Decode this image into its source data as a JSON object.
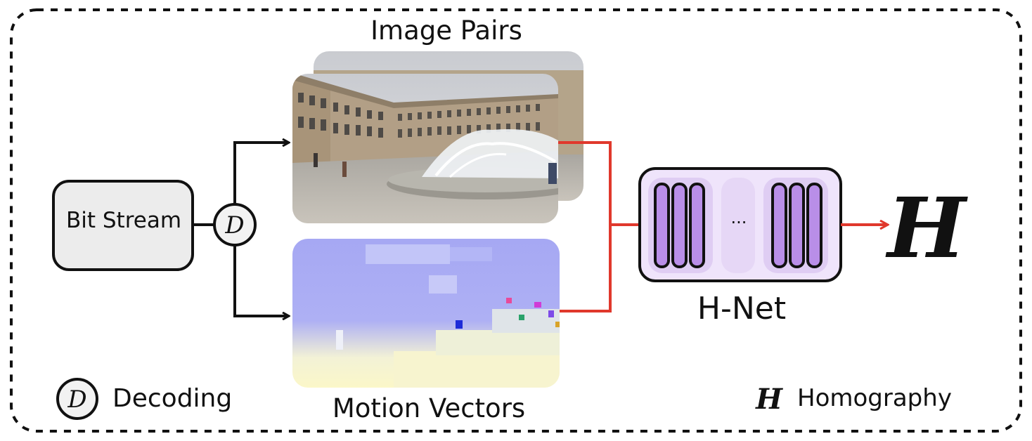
{
  "labels": {
    "image_pairs": "Image Pairs",
    "bit_stream": "Bit Stream",
    "decoder_symbol": "D",
    "motion_vectors": "Motion Vectors",
    "hnet": "H-Net",
    "hnet_ellipsis": "...",
    "output_symbol": "H",
    "legend_decoding": "Decoding",
    "legend_homography": "Homography"
  },
  "colors": {
    "frame": "#111111",
    "arrow_black": "#111111",
    "arrow_red": "#e0382c",
    "bitstream_fill": "#ececec",
    "hnet_fill": "#efe4fb",
    "hnet_block": "#dfcdf3",
    "hnet_bar": "#b98ee8",
    "motion_base": "#a9aaf2"
  },
  "images": {
    "image_pairs": "photo of palace courtyard with fountain (stacked frames)",
    "motion_vectors": "motion vector color map, lavender blue with yellow/white lower region"
  }
}
